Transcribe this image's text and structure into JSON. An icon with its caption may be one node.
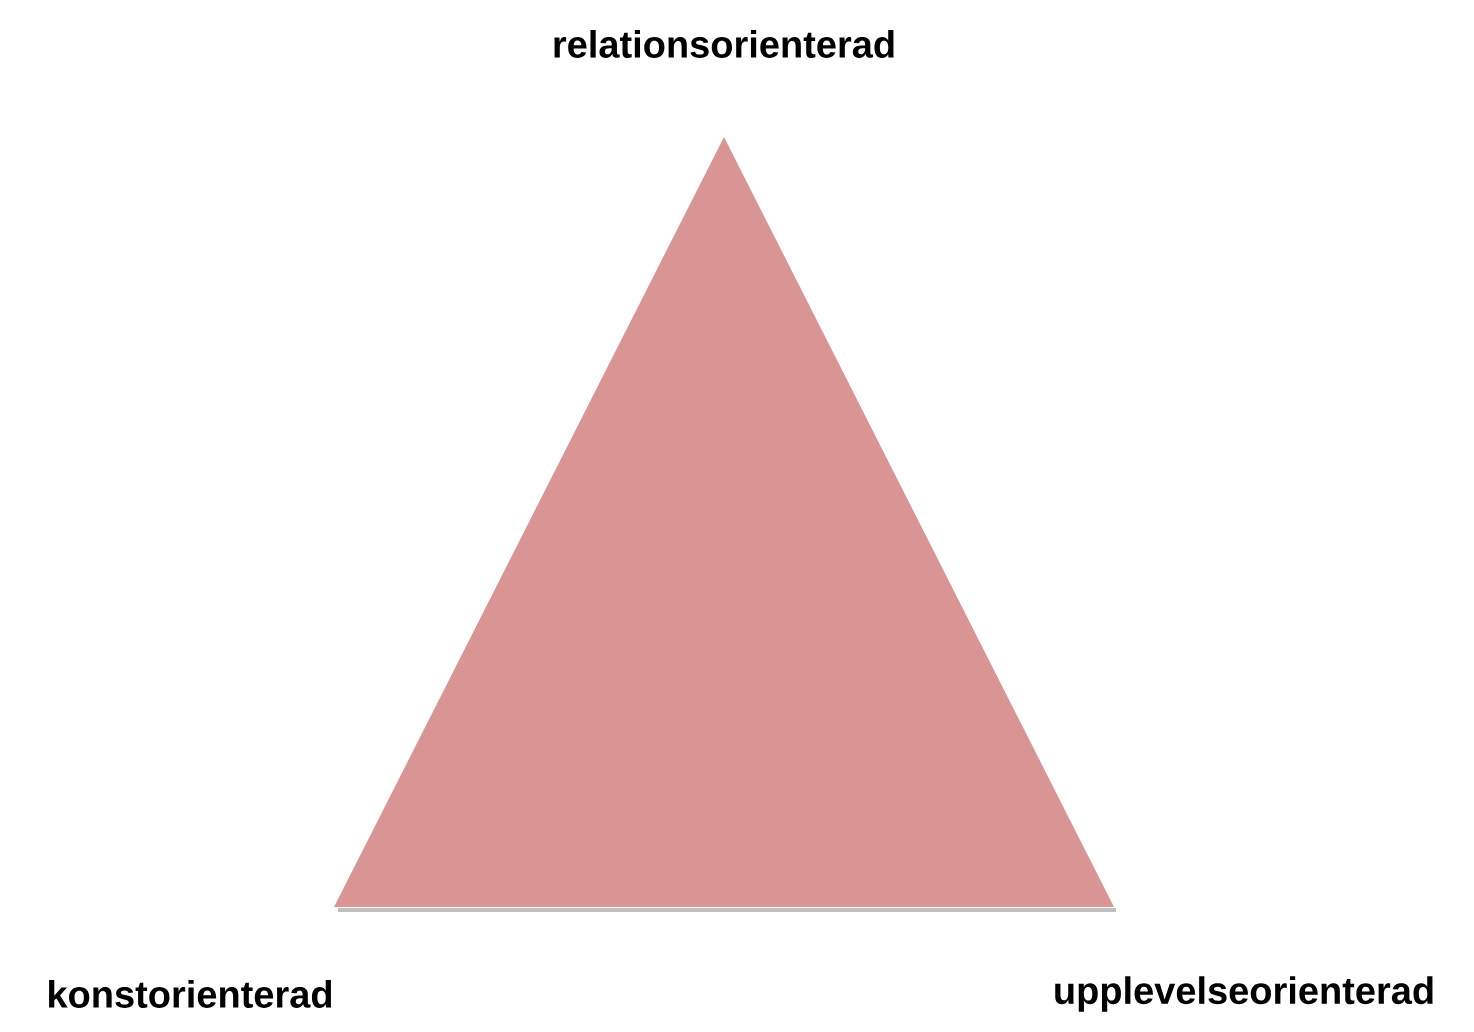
{
  "diagram": {
    "nodes": [
      {
        "text": [],
        "shape": "triangle",
        "beside": [
          "relationsorienterad",
          "konstorienterad",
          "upplevelseorienterad"
        ]
      }
    ]
  }
}
